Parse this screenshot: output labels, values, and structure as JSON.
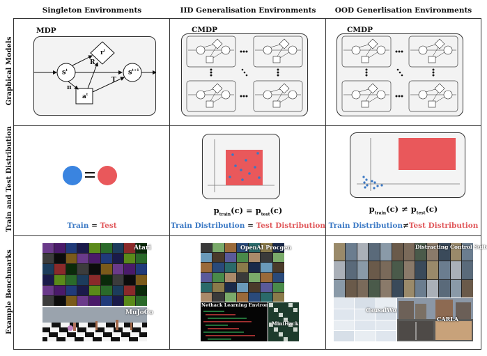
{
  "columns": [
    "Singleton Environments",
    "IID Generalisation Environments",
    "OOD Generlisation Environments"
  ],
  "rows": [
    "Graphical Models",
    "Train and Test Distribution",
    "Example Benchmarks"
  ],
  "graphical_models": {
    "mdp_title": "MDP",
    "cmdp_title_iid": "CMDP",
    "cmdp_title_ood": "CMDP",
    "node_s": "s",
    "node_s_sup": "t",
    "node_s_next": "s",
    "node_s_next_sup": "t+1",
    "node_a": "a",
    "node_a_sup": "t",
    "node_r": "r",
    "node_r_sup": "t",
    "edge_R": "R",
    "edge_T": "T",
    "edge_pi": "π"
  },
  "distribution": {
    "singleton_equals": "=",
    "singleton_train": "Train",
    "singleton_eq_word": "=",
    "singleton_test": "Test",
    "iid_formula_left": "p",
    "iid_formula_left_sub": "train",
    "iid_formula_arg": "(c)",
    "iid_formula_eq": "=",
    "iid_formula_right": "p",
    "iid_formula_right_sub": "test",
    "iid_train": "Train Distribution",
    "iid_eq": "=",
    "iid_test": "Test Distribution",
    "ood_formula_neq": "≠",
    "ood_train": "Train Distribution",
    "ood_neq": "≠",
    "ood_test": "Test Distribution"
  },
  "benchmarks": {
    "atari": "Atari",
    "mujoco": "MuJoCo",
    "openai_procgen": "OpenAI Procgen",
    "nethack": "Nethack Learning Environment",
    "minihack": "MiniHack",
    "distracting_control": "Distracting Control Suite",
    "causal_world": "CausalWorld",
    "carla": "CARLA"
  },
  "colors": {
    "train": "#3a78c4",
    "test": "#e0575a",
    "panel_bg": "#f3f3f3"
  }
}
